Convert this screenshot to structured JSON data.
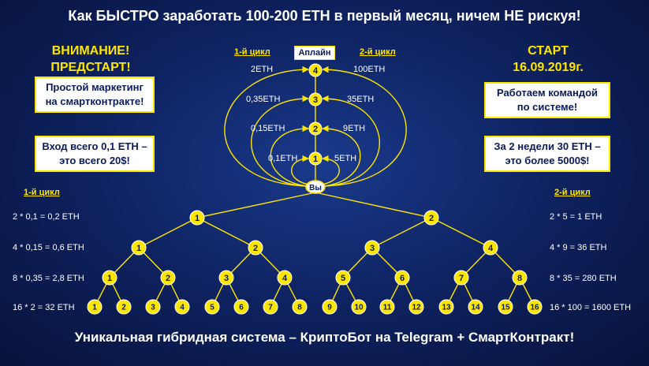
{
  "title": "Как БЫСТРО заработать 100-200 ЕТН в первый месяц, ничем НЕ рискуя!",
  "left": {
    "warning_line1": "ВНИМАНИЕ!",
    "warning_line2": "ПРЕДСТАРТ!",
    "box1_line1": "Простой маркетинг",
    "box1_line2": "на смартконтракте!",
    "box2_line1": "Вход всего 0,1 ЕТН –",
    "box2_line2": "это всего 20$!"
  },
  "right": {
    "start_line1": "СТАРТ",
    "start_line2": "16.09.2019г.",
    "box1_line1": "Работаем командой",
    "box1_line2": "по системе!",
    "box2_line1": "За 2 недели 30 ЕТН –",
    "box2_line2": "это более 5000$!"
  },
  "top_diagram": {
    "cycle1_label": "1-й цикл",
    "cycle2_label": "2-й цикл",
    "online_label": "Аплайн",
    "you_label": "Вы",
    "levels": [
      {
        "num": "4",
        "left": "2ЕТН",
        "right": "100ЕТН"
      },
      {
        "num": "3",
        "left": "0,35ЕТН",
        "right": "35ЕТН"
      },
      {
        "num": "2",
        "left": "0,15ЕТН",
        "right": "9ЕТН"
      },
      {
        "num": "1",
        "left": "0,1ЕТН",
        "right": "5ЕТН"
      }
    ]
  },
  "left_calc": {
    "cycle_label": "1-й цикл",
    "rows": [
      "2 * 0,1 = 0,2 ЕТН",
      "4 * 0,15 = 0,6 ЕТН",
      "8 * 0,35 = 2,8 ЕТН",
      "16 * 2 = 32 ЕТН"
    ]
  },
  "right_calc": {
    "cycle_label": "2-й цикл",
    "rows": [
      "2 * 5 = 1 ЕТН",
      "4 * 9 = 36 ЕТН",
      "8 * 35 = 280 ЕТН",
      "16 * 100 = 1600 ЕТН"
    ]
  },
  "tree": {
    "level1": [
      "1",
      "2"
    ],
    "level2": [
      "1",
      "2",
      "3",
      "4"
    ],
    "level3": [
      "1",
      "2",
      "3",
      "4",
      "5",
      "6",
      "7",
      "8"
    ],
    "level4": [
      "1",
      "2",
      "3",
      "4",
      "5",
      "6",
      "7",
      "8",
      "9",
      "10",
      "11",
      "12",
      "13",
      "14",
      "15",
      "16"
    ]
  },
  "footer": "Уникальная гибридная система – КриптоБот на Telegram + СмартКонтракт!",
  "colors": {
    "accent": "#ffe600",
    "background": "#0f2464",
    "text": "#ffffff"
  }
}
